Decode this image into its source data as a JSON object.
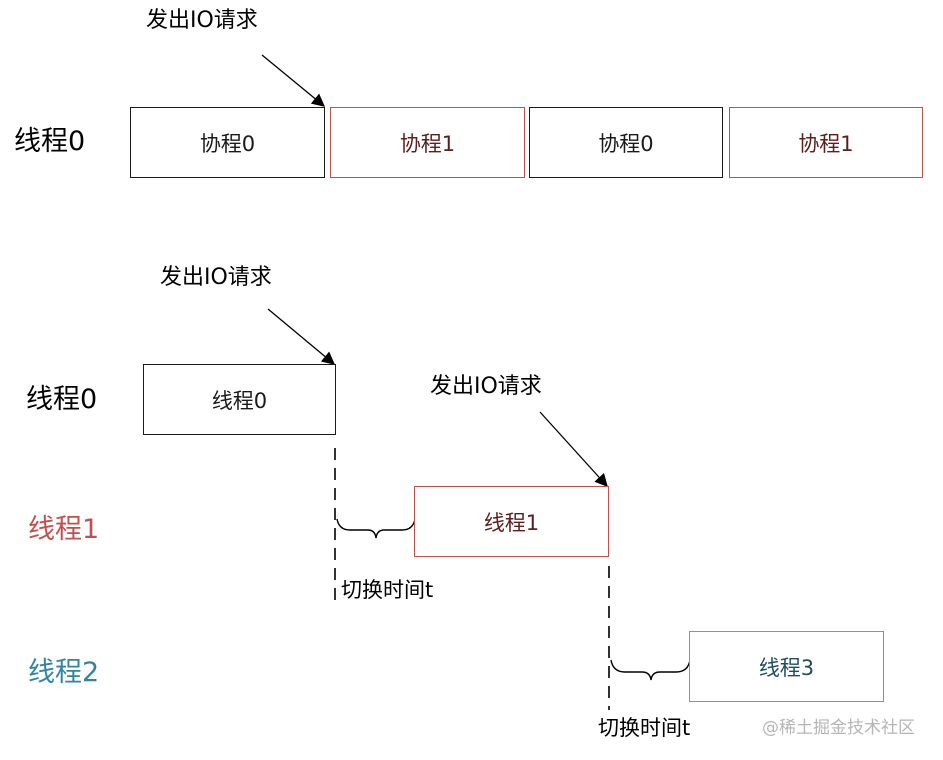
{
  "coroutine_section": {
    "thread_label": "线程0",
    "io_note": "发出IO请求",
    "blocks": [
      "协程0",
      "协程1",
      "协程0",
      "协程1"
    ]
  },
  "thread_section": {
    "rows": [
      {
        "label": "线程0",
        "block": "线程0",
        "color": "#1a1a1a"
      },
      {
        "label": "线程1",
        "block": "线程1",
        "color": "#c0504d"
      },
      {
        "label": "线程2",
        "block": "线程3",
        "color": "#31849b"
      }
    ],
    "io_note_1": "发出IO请求",
    "io_note_2": "发出IO请求",
    "switch_label_1": "切换时间t",
    "switch_label_2": "切换时间t"
  },
  "watermark": "@稀土掘金技术社区"
}
